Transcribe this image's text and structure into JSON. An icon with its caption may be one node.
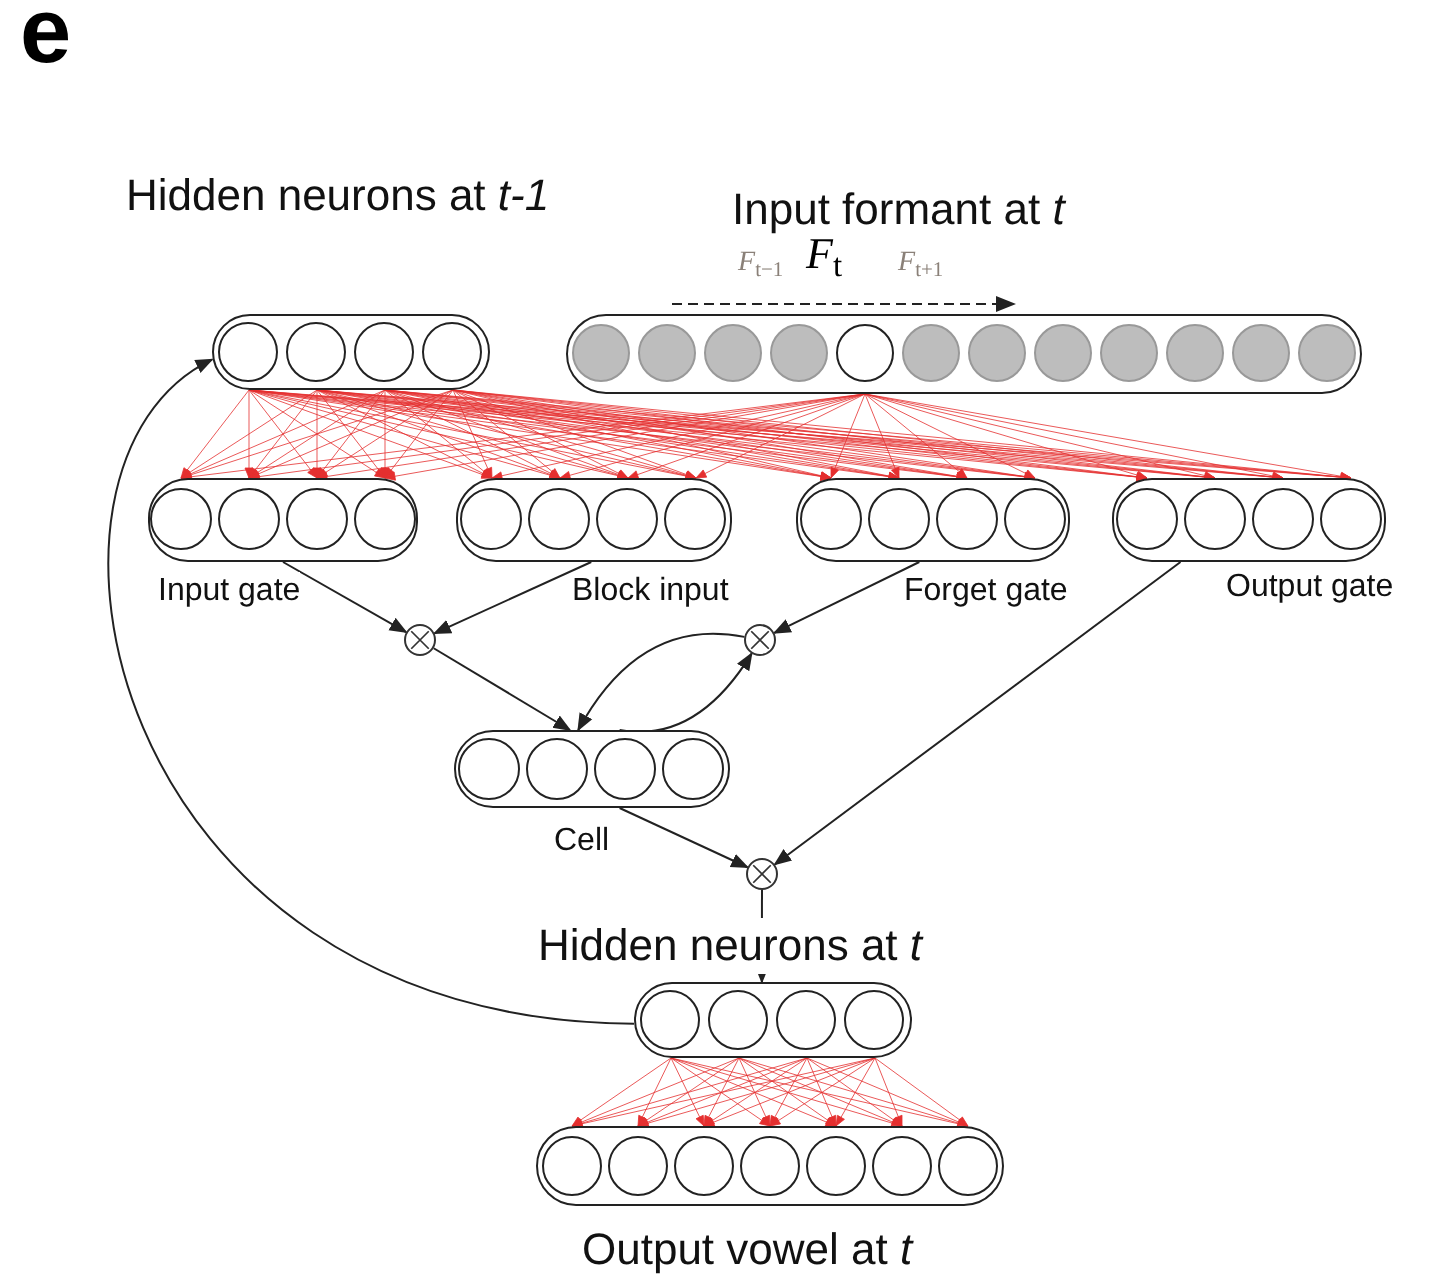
{
  "diagram": {
    "nodes": [
      {
        "text": [
          "Hidden neurons at *t-1*"
        ]
      },
      {
        "text": [
          "Input formant at *t*",
          "*F*$_{t−1}$",
          "*F*$_{t}$",
          "*F*$_{t+1}$"
        ]
      },
      {
        "text": [
          "Input gate"
        ]
      },
      {
        "text": [
          "Block input"
        ]
      },
      {
        "text": [
          "Forget gate"
        ]
      },
      {
        "text": [
          "Output gate"
        ]
      },
      {
        "text": [],
        "shape": "circle"
      },
      {
        "text": [],
        "shape": "circle"
      },
      {
        "text": [
          "Cell"
        ]
      },
      {
        "text": [],
        "shape": "circle"
      },
      {
        "text": [
          "Hidden neurons at *t*"
        ]
      },
      {
        "text": [
          "Output vowel at *t*"
        ]
      }
    ],
    "edges": [
      {
        "from": 0,
        "to": 2,
        "arrow": "to",
        "color": "#e53030"
      },
      {
        "from": 0,
        "to": 3,
        "arrow": "to",
        "color": "#e53030"
      },
      {
        "from": 0,
        "to": 4,
        "arrow": "to",
        "color": "#e53030"
      },
      {
        "from": 0,
        "to": 5,
        "arrow": "to",
        "color": "#e53030"
      },
      {
        "from": 1,
        "to": 2,
        "arrow": "to",
        "color": "#e53030"
      },
      {
        "from": 1,
        "to": 3,
        "arrow": "to",
        "color": "#e53030"
      },
      {
        "from": 1,
        "to": 4,
        "arrow": "to",
        "color": "#e53030"
      },
      {
        "from": 1,
        "to": 5,
        "arrow": "to",
        "color": "#e53030"
      },
      {
        "from": 10,
        "to": 11,
        "arrow": "to",
        "color": "#e53030"
      },
      {
        "from": 2,
        "to": 6,
        "arrow": "to"
      },
      {
        "from": 3,
        "to": 6,
        "arrow": "to"
      },
      {
        "from": 4,
        "to": 7,
        "arrow": "to"
      },
      {
        "from": 6,
        "to": 8,
        "arrow": "to"
      },
      {
        "from": 7,
        "to": 8,
        "arrow": "to"
      },
      {
        "from": 8,
        "to": 7,
        "arrow": "to"
      },
      {
        "from": 8,
        "to": 9,
        "arrow": "to"
      },
      {
        "from": 5,
        "to": 9,
        "arrow": "to"
      },
      {
        "from": 9,
        "to": 10,
        "arrow": "to"
      },
      {
        "from": 10,
        "to": 0,
        "arrow": "to"
      }
    ],
    "labels": [
      "e"
    ]
  }
}
